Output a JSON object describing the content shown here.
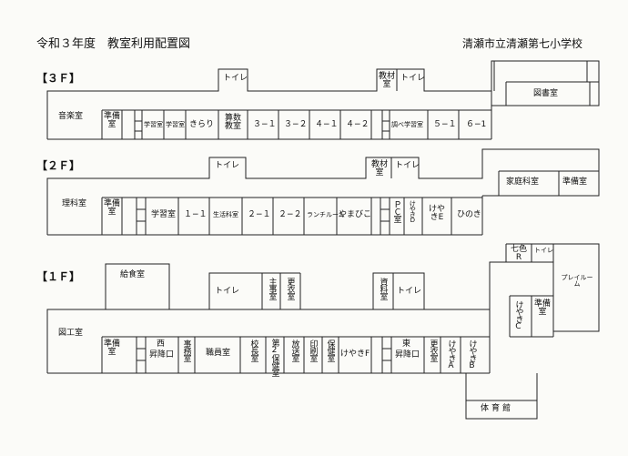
{
  "header": {
    "title": "令和３年度　教室利用配置図",
    "school": "清瀬市立清瀬第七小学校"
  },
  "floors": {
    "f3": {
      "label": "【３Ｆ】",
      "rooms": {
        "toilet_top": "トイレ",
        "kyozai": "教材室",
        "toilet2": "トイレ",
        "toshoshitsu": "図書室",
        "ongaku": "音楽室",
        "junbi": "準備室",
        "gakushu1": "学習室",
        "gakushu2": "学習室",
        "kirari": "きらり",
        "sansu": "算数教室",
        "r31": "３−１",
        "r32": "３−２",
        "r41": "４−１",
        "r42": "４−２",
        "shirabe": "調べ学習室",
        "r51": "５−１",
        "r61": "６−1"
      }
    },
    "f2": {
      "label": "【２Ｆ】",
      "rooms": {
        "toilet_top": "トイレ",
        "kyozai": "教材室",
        "toilet2": "トイレ",
        "rika": "理科室",
        "junbi": "準備室",
        "gakushu": "学習室",
        "r11": "１−１",
        "seikatsu": "生活科室",
        "r21": "２−１",
        "r22": "２−２",
        "lunch": "ランチルーム",
        "yamabiko": "やまびこ",
        "pc": "ＰＣ室",
        "keyaki_d": "けやきD",
        "keyaki_e": "けやきE",
        "hinoki": "ひのき",
        "katei": "家庭科室",
        "katei_junbi": "準備室"
      }
    },
    "f1": {
      "label": "【１Ｆ】",
      "rooms": {
        "kyushoku": "給食室",
        "toilet_a": "トイレ",
        "shuji": "主事室",
        "koui": "更衣室",
        "shiryo": "資料室",
        "toilet_b": "トイレ",
        "nanairo": "七色R",
        "toilet_c": "トイレ",
        "playroom": "プレイルーム",
        "keyaki_c": "けやきC",
        "junbi_east": "準備室",
        "zuko": "図工室",
        "junbi": "準備室",
        "nishi": "西",
        "shokoguchi_w": "昇降口",
        "jimu": "事務室",
        "shokuin": "職員室",
        "kocho": "校長室",
        "hoken2": "第2保健室",
        "hoso": "放送室",
        "insatsu": "印刷室",
        "hoken": "保健室",
        "keyaki_f": "けやきF",
        "higashi": "東",
        "shokoguchi_e": "昇降口",
        "koui2": "更衣室",
        "keyaki_a": "けやきA",
        "keyaki_b": "けやきB",
        "taiikukan": "体育館"
      }
    }
  }
}
